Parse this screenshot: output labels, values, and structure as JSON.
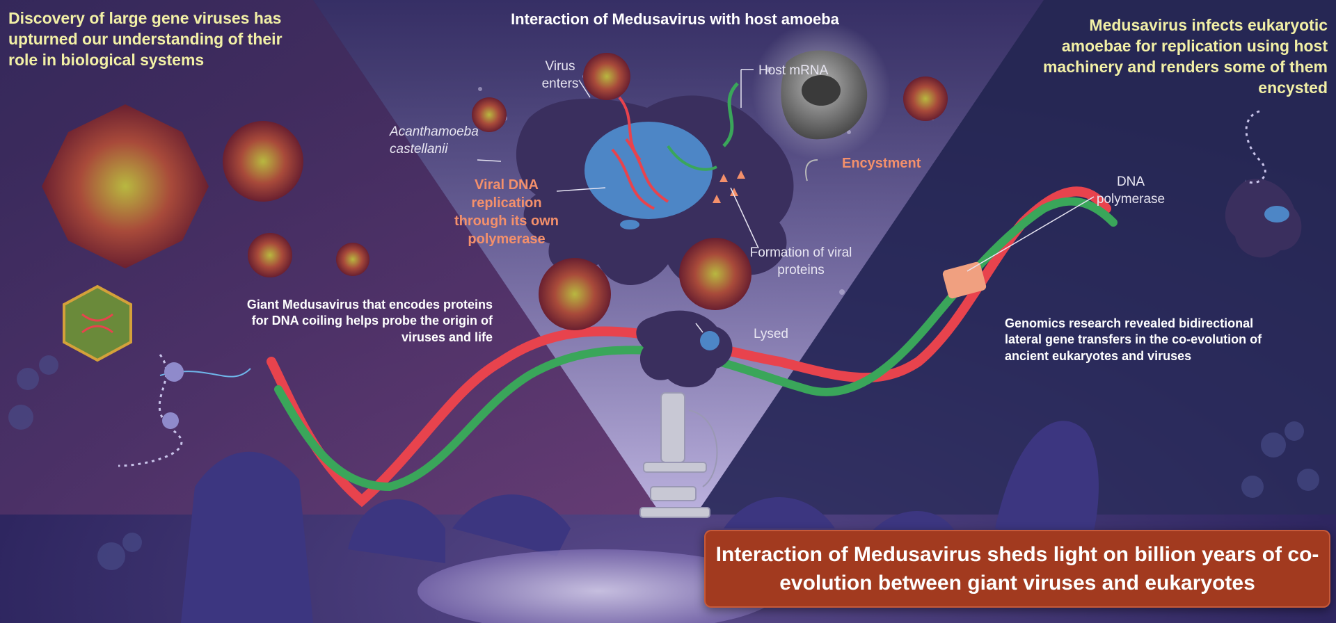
{
  "header": {
    "left_title": "Discovery of large gene viruses has upturned our understanding of their role in biological systems",
    "center_title": "Interaction of Medusavirus with host amoeba",
    "right_title": "Medusavirus infects eukaryotic amoebae for replication using host machinery and renders some of them encysted"
  },
  "labels": {
    "virus_enters": "Virus enters",
    "host_mrna": "Host mRNA",
    "acanthamoeba": "Acanthamoeba castellanii",
    "encystment": "Encystment",
    "viral_dna_replication": "Viral DNA replication through its own polymerase",
    "formation_viral_proteins": "Formation of viral proteins",
    "lysed": "Lysed",
    "dna_polymerase": "DNA polymerase",
    "giant_medusavirus": "Giant Medusavirus that encodes proteins for DNA coiling helps probe the origin of viruses and life",
    "genomics_research": "Genomics research revealed bidirectional lateral gene transfers in the co-evolution of ancient eukaryotes and viruses"
  },
  "banner": {
    "text": "Interaction of Medusavirus sheds light on billion years of co-evolution between giant viruses and eukaryotes"
  },
  "colors": {
    "background": "#2a2352",
    "title_yellow": "#f2f0a6",
    "accent_salmon": "#f4906b",
    "banner": "#a23a1f",
    "dna_red": "#e8434d",
    "dna_green": "#3aa65a",
    "amoeba": "#3a2f5e",
    "nucleus": "#4d86c6"
  }
}
